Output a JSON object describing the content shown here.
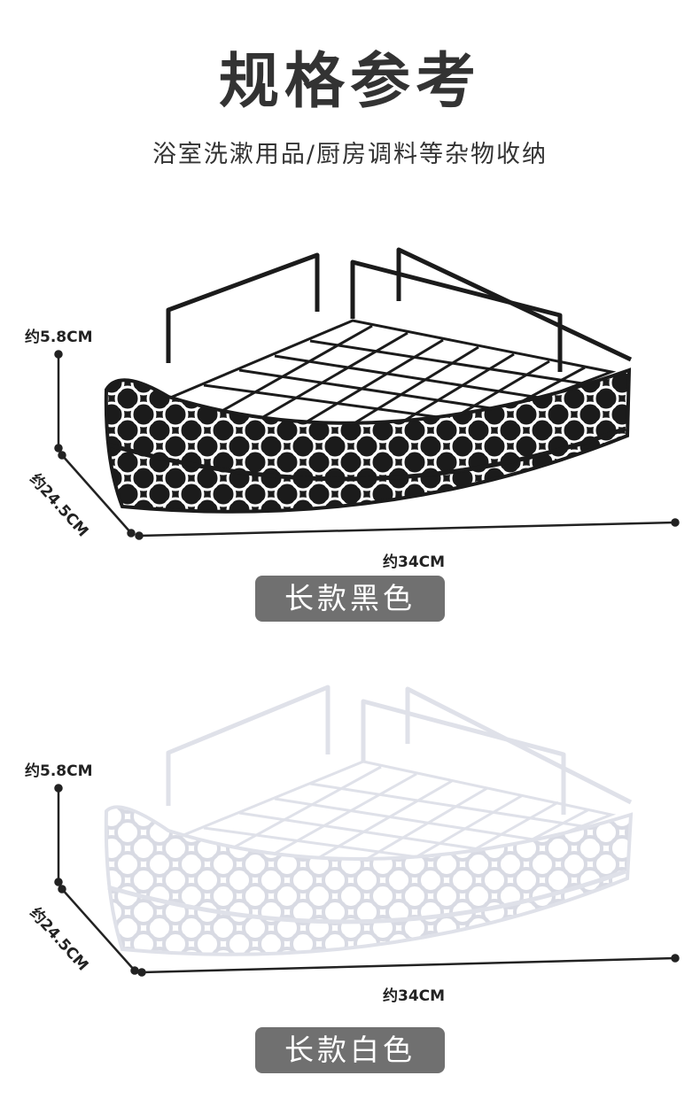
{
  "header": {
    "title": "规格参考",
    "subtitle": "浴室洗漱用品/厨房调料等杂物收纳"
  },
  "products": [
    {
      "name": "长款黑色",
      "color": "#1b1b1b",
      "dimensions": {
        "height": "约5.8CM",
        "depth": "约24.5CM",
        "width": "约34CM"
      }
    },
    {
      "name": "长款白色",
      "color": "#f2f3f7",
      "dimensions": {
        "height": "约5.8CM",
        "depth": "约24.5CM",
        "width": "约34CM"
      }
    }
  ]
}
